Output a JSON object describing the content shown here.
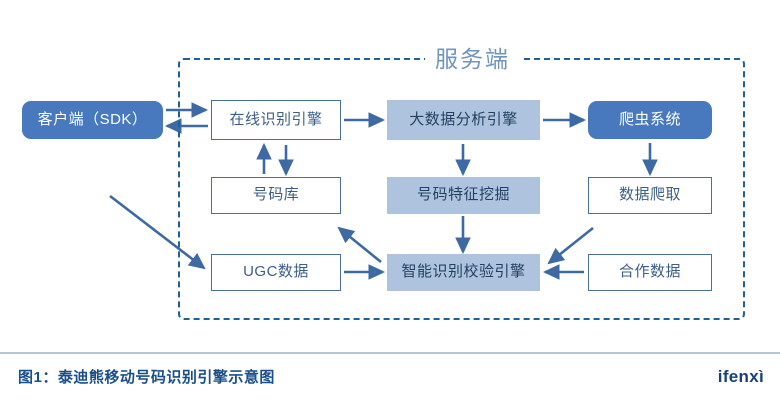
{
  "diagram": {
    "type": "flowchart",
    "container": {
      "label": "服务端",
      "style": "dashed-border"
    },
    "colors": {
      "dark_node_fill": "#4878be",
      "light_node_fill": "#aec4de",
      "outline_node_border": "#4a6f9c",
      "outline_node_text": "#3c5f8a",
      "arrow": "#3d6aa2",
      "dashed_border": "#1f6099",
      "container_title": "#6f94bd"
    },
    "nodes": [
      {
        "id": "client",
        "label": "客户端（SDK）",
        "style": "fill-dark",
        "inside_container": false
      },
      {
        "id": "online_engine",
        "label": "在线识别引擎",
        "style": "outline",
        "inside_container": true
      },
      {
        "id": "bigdata",
        "label": "大数据分析引擎",
        "style": "fill-light",
        "inside_container": true
      },
      {
        "id": "crawler",
        "label": "爬虫系统",
        "style": "fill-dark",
        "inside_container": true
      },
      {
        "id": "number_db",
        "label": "号码库",
        "style": "outline",
        "inside_container": true
      },
      {
        "id": "feature_mine",
        "label": "号码特征挖掘",
        "style": "fill-light",
        "inside_container": true
      },
      {
        "id": "data_crawl",
        "label": "数据爬取",
        "style": "outline",
        "inside_container": true
      },
      {
        "id": "ugc",
        "label": "UGC数据",
        "style": "outline",
        "inside_container": true
      },
      {
        "id": "verify_engine",
        "label": "智能识别校验引擎",
        "style": "fill-light",
        "inside_container": true
      },
      {
        "id": "partner_data",
        "label": "合作数据",
        "style": "outline",
        "inside_container": true
      }
    ],
    "edges": [
      {
        "from": "client",
        "to": "online_engine",
        "direction": "right"
      },
      {
        "from": "online_engine",
        "to": "client",
        "direction": "left"
      },
      {
        "from": "online_engine",
        "to": "bigdata",
        "direction": "right"
      },
      {
        "from": "bigdata",
        "to": "crawler",
        "direction": "right"
      },
      {
        "from": "number_db",
        "to": "online_engine",
        "direction": "up"
      },
      {
        "from": "online_engine",
        "to": "number_db",
        "direction": "down"
      },
      {
        "from": "bigdata",
        "to": "feature_mine",
        "direction": "down"
      },
      {
        "from": "crawler",
        "to": "data_crawl",
        "direction": "down"
      },
      {
        "from": "feature_mine",
        "to": "verify_engine",
        "direction": "down"
      },
      {
        "from": "ugc",
        "to": "verify_engine",
        "direction": "right"
      },
      {
        "from": "partner_data",
        "to": "verify_engine",
        "direction": "left"
      },
      {
        "from": "verify_engine",
        "to": "number_db",
        "direction": "up-left-diagonal"
      },
      {
        "from": "data_crawl",
        "to": "verify_engine",
        "direction": "down-left-diagonal"
      },
      {
        "from": "client",
        "to": "ugc",
        "direction": "down-right-diagonal"
      }
    ]
  },
  "footer": {
    "caption": "图1：泰迪熊移动号码识别引擎示意图",
    "logo": "ifenxì"
  }
}
